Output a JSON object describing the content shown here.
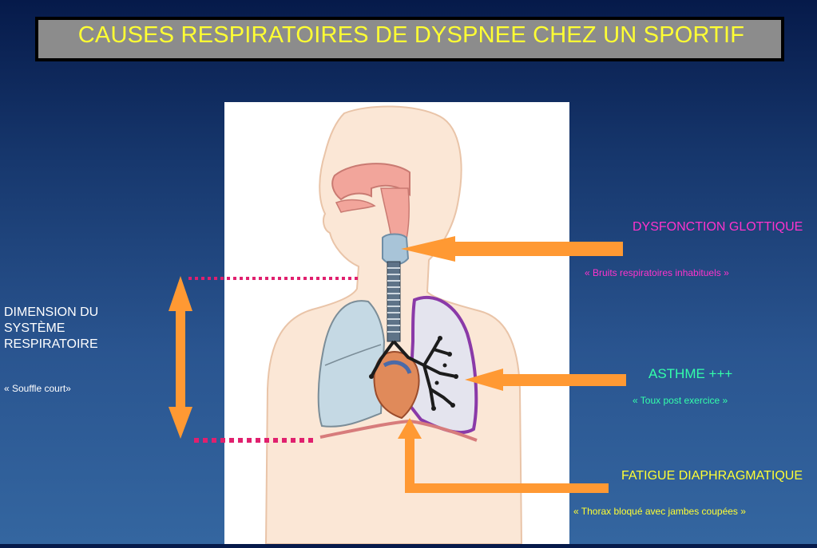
{
  "slide": {
    "title": "CAUSES RESPIRATOIRES DE DYSPNEE CHEZ UN SPORTIF"
  },
  "labels": {
    "glottic": {
      "title": "DYSFONCTION GLOTTIQUE",
      "subtitle": "« Bruits respiratoires inhabituels »"
    },
    "asthme": {
      "title": "ASTHME +++",
      "subtitle": "« Toux post exercice »"
    },
    "fatigue": {
      "title": "FATIGUE DIAPHRAGMATIQUE",
      "subtitle": "« Thorax bloqué avec jambes coupées »"
    },
    "dimension": {
      "title": "DIMENSION DU SYSTÈME RESPIRATOIRE",
      "subtitle": "« Souffle court»"
    }
  },
  "colors": {
    "title_text": "#ffff33",
    "title_box": "#8c8c8c",
    "arrow": "#ff9933",
    "dotted_line": "#e0206e",
    "glottic": "#ff33cc",
    "asthme": "#33ffaa",
    "fatigue": "#ffff33",
    "dimension": "#ffffff"
  }
}
